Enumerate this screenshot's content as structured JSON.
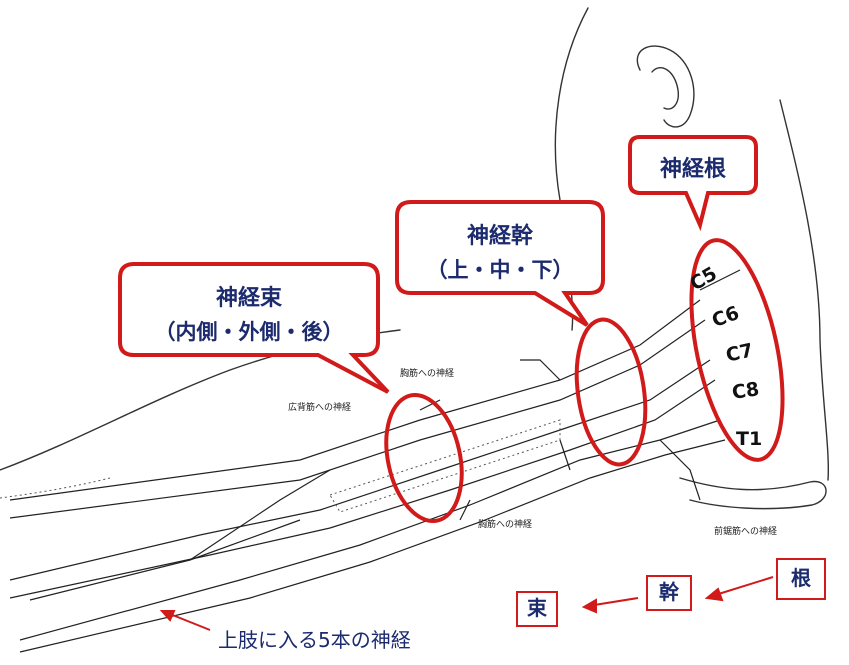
{
  "callouts": {
    "root": {
      "line1": "神経根"
    },
    "trunk": {
      "line1": "神経幹",
      "line2": "（上・中・下）"
    },
    "cord": {
      "line1": "神経束",
      "line2": "（内側・外側・後）"
    }
  },
  "roots": [
    "C5",
    "C6",
    "C7",
    "C8",
    "T1"
  ],
  "anatomy_labels": {
    "pectoral_upper": "胸筋への神経",
    "latissimus": "広背筋への神経",
    "pectoral_lower": "胸筋への神経",
    "serratus": "前鋸筋への神経"
  },
  "legend": {
    "cord": "束",
    "trunk": "幹",
    "root": "根"
  },
  "caption": "上肢に入る5本の神経",
  "colors": {
    "accent_red": "#d11a1a",
    "text_navy": "#1c2a6e"
  }
}
